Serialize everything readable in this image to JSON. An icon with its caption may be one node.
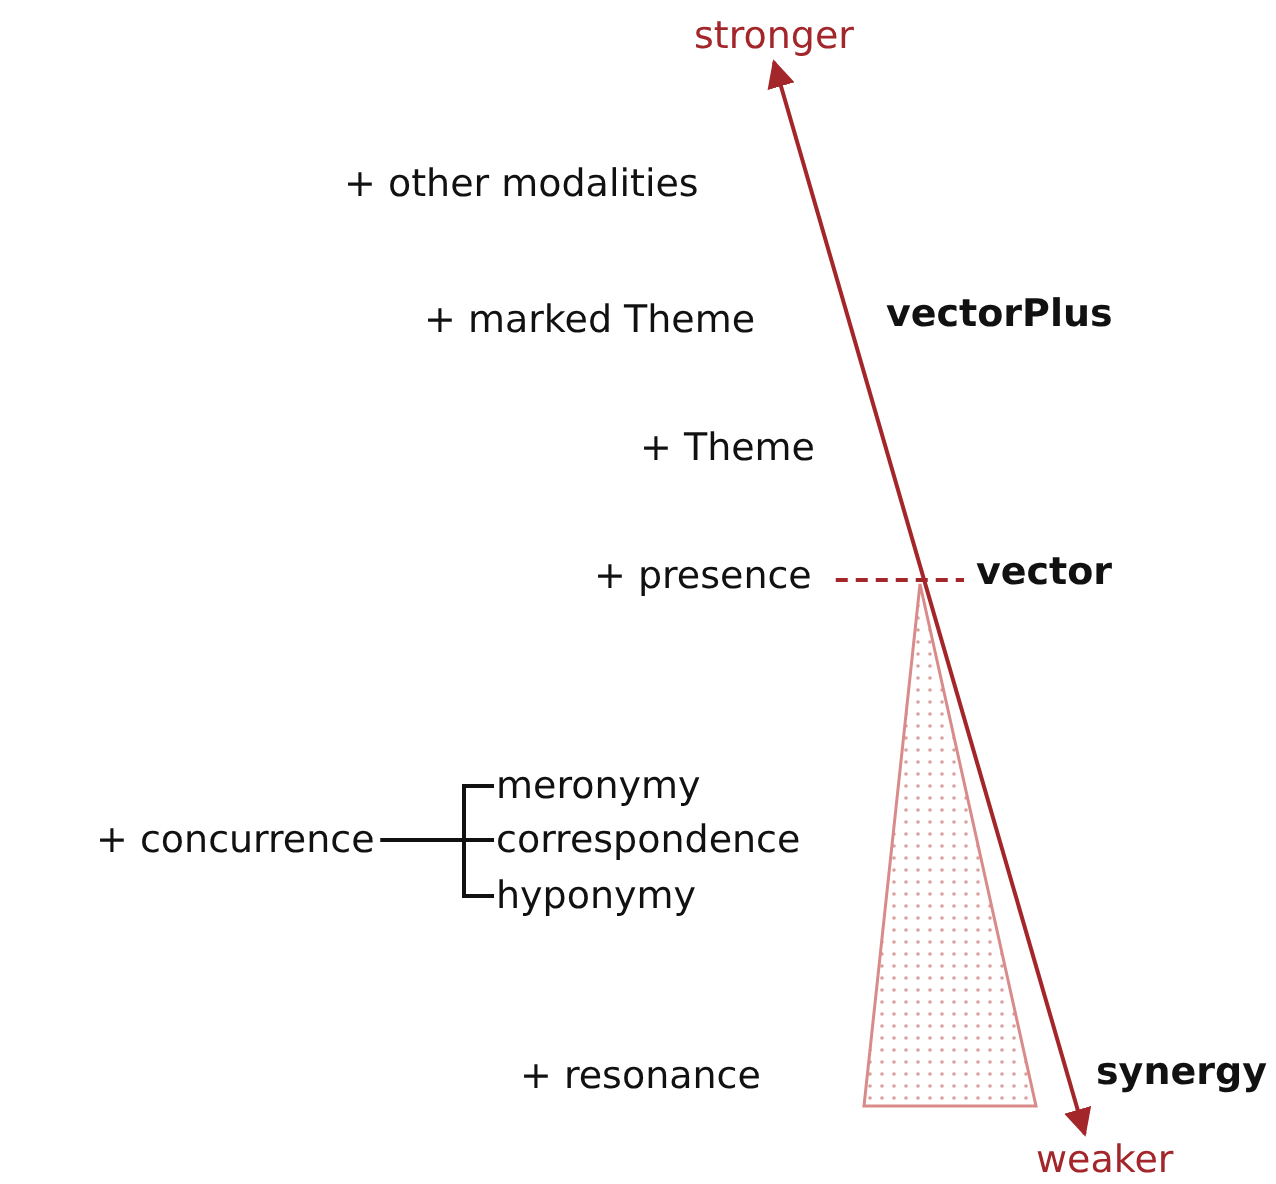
{
  "diagram": {
    "nodes": [
      {
        "text": [
          "stronger"
        ]
      },
      {
        "text": [
          "weaker"
        ]
      },
      {
        "text": [
          "+ presence"
        ]
      },
      {
        "text": [
          "vector"
        ]
      },
      {
        "text": [
          "+ concurrence"
        ]
      },
      {
        "text": [
          "meronymy"
        ]
      },
      {
        "text": [
          "correspondence"
        ]
      },
      {
        "text": [
          "hyponymy"
        ]
      },
      {
        "text": [],
        "shape": "triangle"
      }
    ],
    "edges": [
      {
        "from": 0,
        "to": 1,
        "arrow": "both",
        "color": "#a3262a"
      },
      {
        "from": 2,
        "to": 3,
        "arrow": "none",
        "style": "dashed",
        "color": "#a3262a"
      },
      {
        "from": 4,
        "to": 5,
        "arrow": "none"
      },
      {
        "from": 4,
        "to": 6,
        "arrow": "none"
      },
      {
        "from": 4,
        "to": 7,
        "arrow": "none"
      }
    ],
    "labels": [
      "+ other modalities",
      "+ marked Theme",
      "vectorPlus",
      "+ Theme",
      "+ resonance",
      "synergy"
    ]
  }
}
